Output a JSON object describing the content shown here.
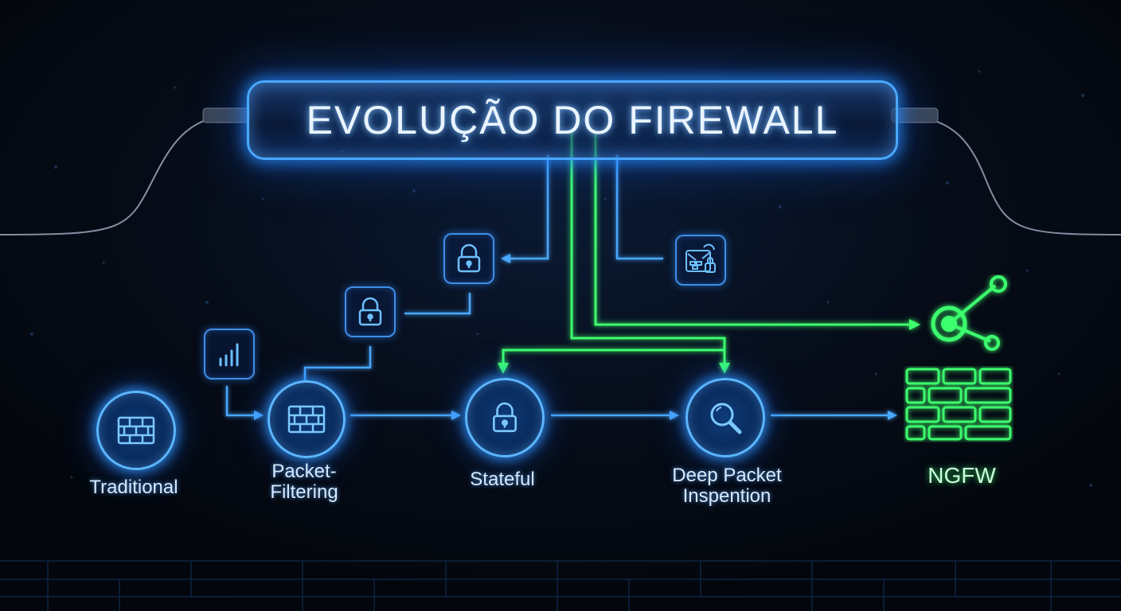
{
  "title": "EVOLUÇÃO DO FIREWALL",
  "stages": [
    {
      "label_line1": "Traditional",
      "label_line2": "",
      "icon": "brick-wall-icon"
    },
    {
      "label_line1": "Packet-",
      "label_line2": "Filtering",
      "icon": "brick-wall-icon"
    },
    {
      "label_line1": "Stateful",
      "label_line2": "",
      "icon": "padlock-icon"
    },
    {
      "label_line1": "Deep Packet",
      "label_line2": "Inspention",
      "icon": "magnifier-icon"
    },
    {
      "label_line1": "NGFW",
      "label_line2": "",
      "icon": "green-brick-wall-icon"
    }
  ],
  "side_icons": [
    "bar-chart-icon",
    "padlock-icon",
    "padlock-icon",
    "network-padlock-icon",
    "share-node-icon"
  ],
  "colors": {
    "background": "#03070f",
    "neon_blue": "#4aa8ff",
    "neon_green": "#3cff6e",
    "label_text": "#d6e9ff"
  }
}
